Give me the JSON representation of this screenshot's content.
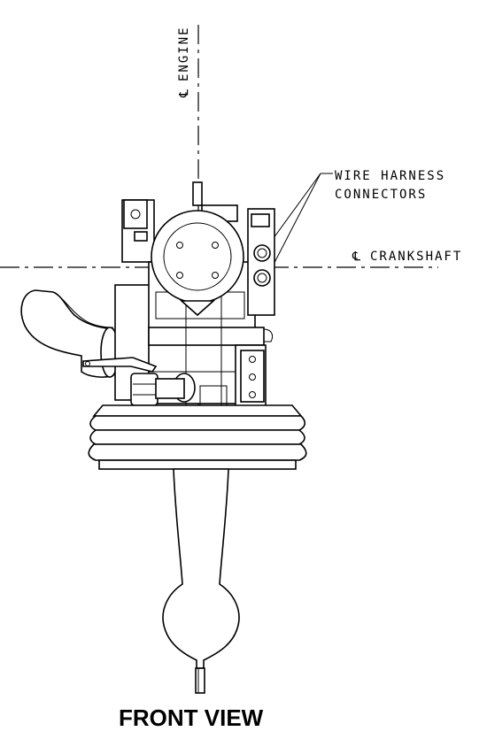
{
  "labels": {
    "engine_centerline": "ENGINE",
    "crankshaft_centerline": "CRANKSHAFT",
    "wire_harness_line1": "WIRE HARNESS",
    "wire_harness_line2": "CONNECTORS",
    "view_title": "FRONT VIEW",
    "centerline_symbol": "℄"
  }
}
